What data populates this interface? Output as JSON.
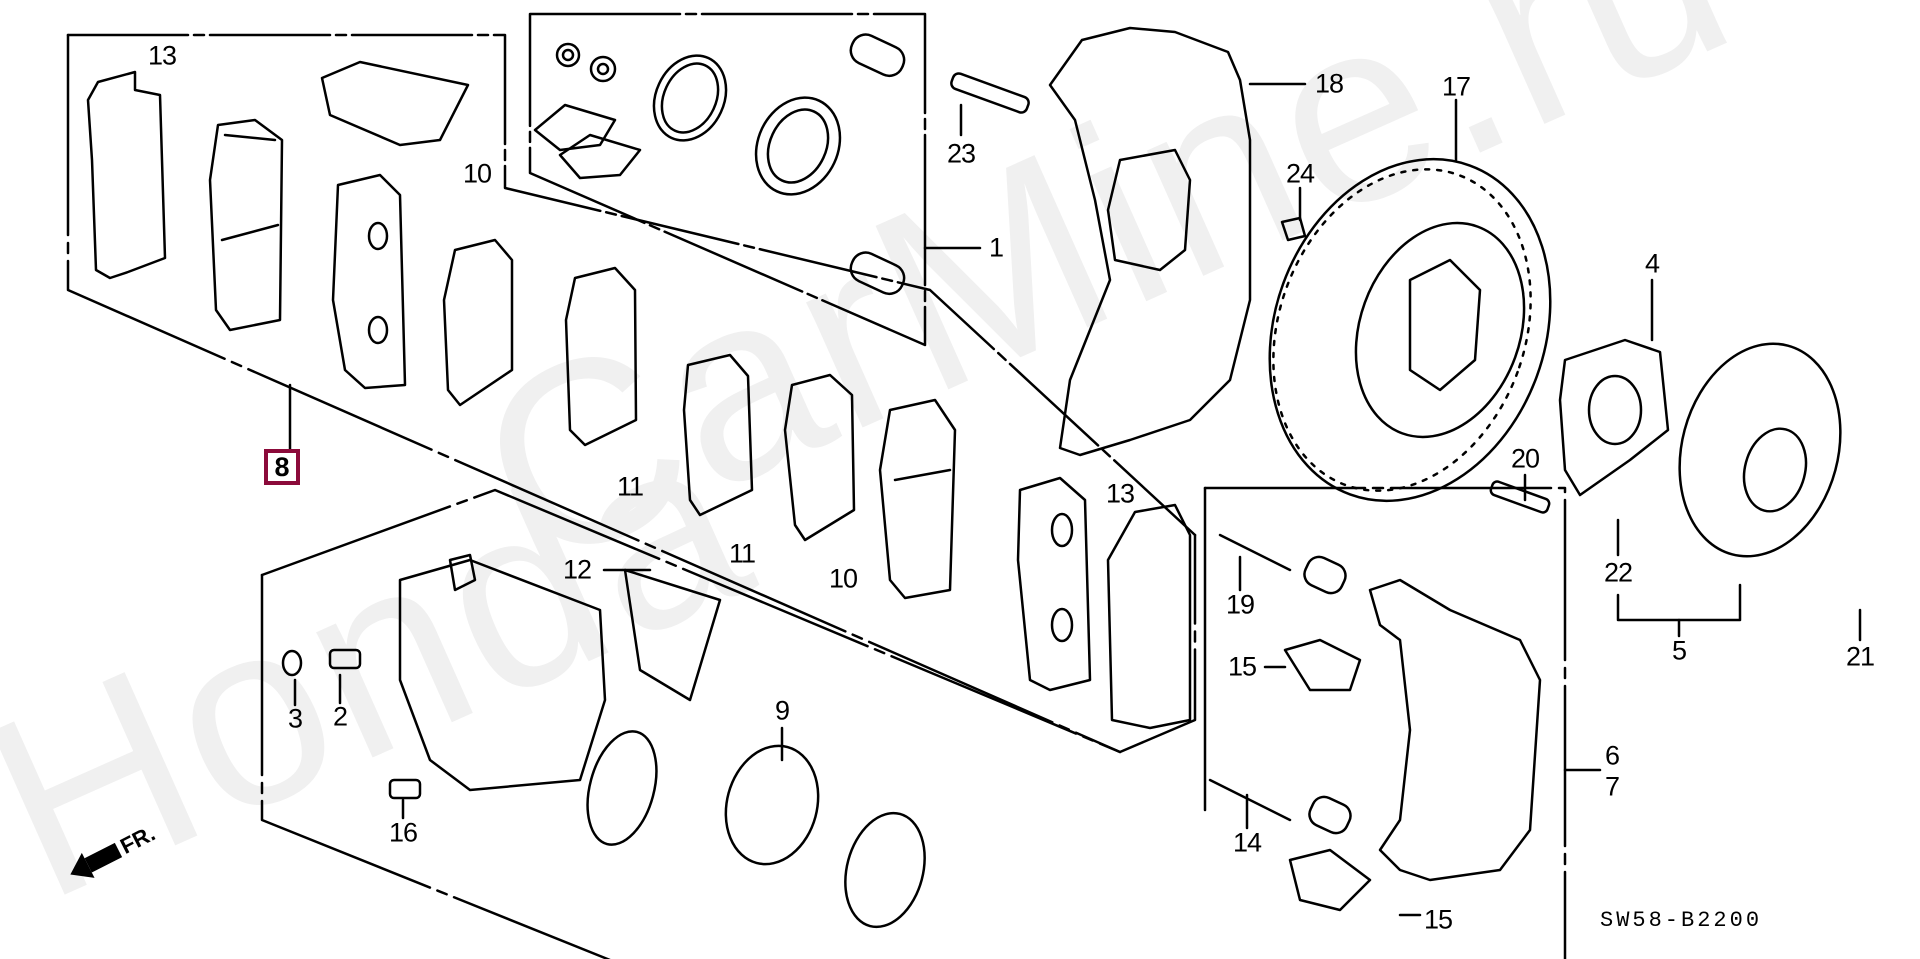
{
  "diagram": {
    "title_code": "SW58-B2200",
    "direction_indicator": "FR.",
    "watermark": [
      "Honda",
      "CarMine.ru"
    ],
    "highlighted_part": "8",
    "highlight_color": "#8b0a3a",
    "groups": [
      {
        "name": "pad-set",
        "callout": "8"
      },
      {
        "name": "caliper-seal-kit",
        "callout": "1"
      },
      {
        "name": "caliper-bracket",
        "callout": "6/7"
      },
      {
        "name": "hub-bearing-assembly",
        "callout": "5"
      }
    ],
    "callouts": [
      {
        "id": "c13a",
        "text": "13"
      },
      {
        "id": "c10a",
        "text": "10"
      },
      {
        "id": "c8",
        "text": "8"
      },
      {
        "id": "c11a",
        "text": "11"
      },
      {
        "id": "c11b",
        "text": "11"
      },
      {
        "id": "c10b",
        "text": "10"
      },
      {
        "id": "c13b",
        "text": "13"
      },
      {
        "id": "c23",
        "text": "23"
      },
      {
        "id": "c1",
        "text": "1"
      },
      {
        "id": "c18",
        "text": "18"
      },
      {
        "id": "c17",
        "text": "17"
      },
      {
        "id": "c24",
        "text": "24"
      },
      {
        "id": "c4",
        "text": "4"
      },
      {
        "id": "c20",
        "text": "20"
      },
      {
        "id": "c22",
        "text": "22"
      },
      {
        "id": "c5",
        "text": "5"
      },
      {
        "id": "c21",
        "text": "21"
      },
      {
        "id": "c19",
        "text": "19"
      },
      {
        "id": "c15a",
        "text": "15"
      },
      {
        "id": "c6",
        "text": "6"
      },
      {
        "id": "c7",
        "text": "7"
      },
      {
        "id": "c14",
        "text": "14"
      },
      {
        "id": "c15b",
        "text": "15"
      },
      {
        "id": "c12",
        "text": "12"
      },
      {
        "id": "c9",
        "text": "9"
      },
      {
        "id": "c3",
        "text": "3"
      },
      {
        "id": "c2",
        "text": "2"
      },
      {
        "id": "c16",
        "text": "16"
      }
    ]
  }
}
